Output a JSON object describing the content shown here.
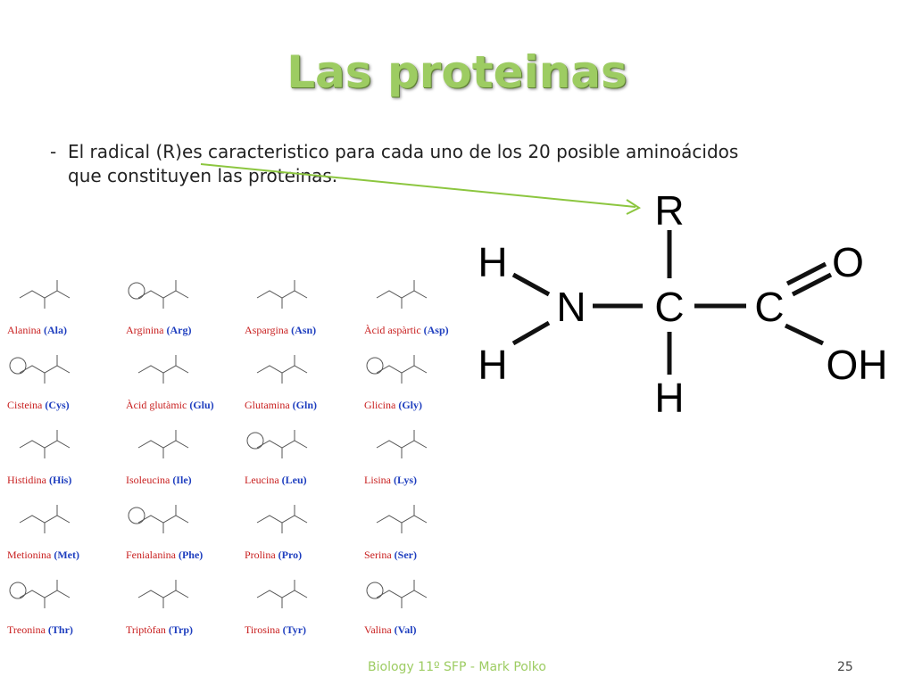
{
  "slide": {
    "title": "Las proteinas",
    "bullet_dash": "-",
    "bullet_text": "El radical (R)es caracteristico para cada uno de los 20 posible aminoácidos que constituyen las proteinas.",
    "footer_center": "Biology 11º SFP - Mark Polko",
    "page_number": "25"
  },
  "structure": {
    "R": "R",
    "H_top": "H",
    "H_bottom_left": "H",
    "N": "N",
    "C_alpha": "C",
    "C_carboxyl": "C",
    "O": "O",
    "OH": "OH",
    "H_alpha": "H"
  },
  "amino_acids": [
    {
      "name": "Alanina",
      "abbr": "(Ala)"
    },
    {
      "name": "Arginina",
      "abbr": "(Arg)"
    },
    {
      "name": "Aspargina",
      "abbr": "(Asn)"
    },
    {
      "name": "Àcid aspàrtic",
      "abbr": "(Asp)"
    },
    {
      "name": "Cisteina",
      "abbr": "(Cys)"
    },
    {
      "name": "Àcid glutàmic",
      "abbr": "(Glu)"
    },
    {
      "name": "Glutamina",
      "abbr": "(Gln)"
    },
    {
      "name": "Glicina",
      "abbr": "(Gly)"
    },
    {
      "name": "Histidina",
      "abbr": "(His)"
    },
    {
      "name": "Isoleucina",
      "abbr": "(Ile)"
    },
    {
      "name": "Leucina",
      "abbr": "(Leu)"
    },
    {
      "name": "Lisina",
      "abbr": "(Lys)"
    },
    {
      "name": "Metionina",
      "abbr": "(Met)"
    },
    {
      "name": "Fenialanina",
      "abbr": "(Phe)"
    },
    {
      "name": "Prolina",
      "abbr": "(Pro)"
    },
    {
      "name": "Serina",
      "abbr": "(Ser)"
    },
    {
      "name": "Treonina",
      "abbr": "(Thr)"
    },
    {
      "name": "Triptòfan",
      "abbr": "(Trp)"
    },
    {
      "name": "Tirosina",
      "abbr": "(Tyr)"
    },
    {
      "name": "Valina",
      "abbr": "(Val)"
    }
  ],
  "colors": {
    "title_green": "#9dcc62",
    "arrow_green": "#8cc63f",
    "label_red": "#c81e1e",
    "abbr_blue": "#1f3fbf"
  }
}
